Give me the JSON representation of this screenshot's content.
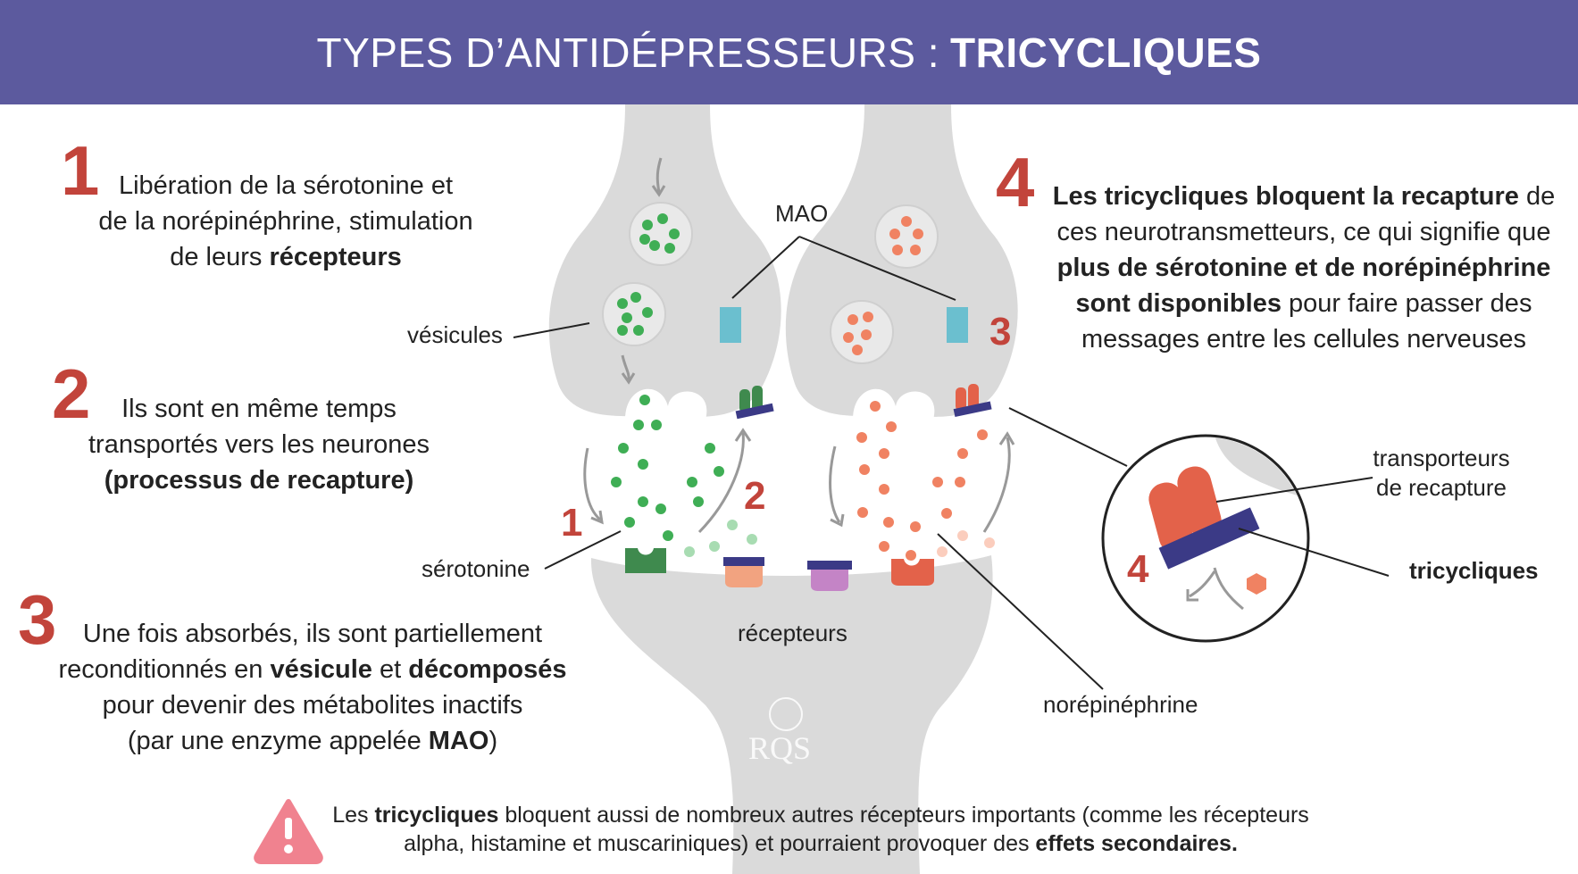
{
  "header": {
    "title_prefix": "TYPES D’ANTIDÉPRESSEURS :",
    "title_bold": "TRICYCLIQUES",
    "background": "#5c5a9e"
  },
  "colors": {
    "accent_red": "#c2443b",
    "neuron_gray": "#d9d9d9",
    "serotonin_green": "#3fae55",
    "norepinephrine_orange": "#f08262",
    "mao_blue": "#6bbfcf",
    "tricyclic_navy": "#3b3a86",
    "warning_pink": "#f0828f"
  },
  "steps": [
    {
      "number": "1",
      "text_a": "Libération de la sérotonine et",
      "text_b": "de la norépinéphrine, stimulation",
      "text_c": "de leurs ",
      "text_c_bold": "récepteurs"
    },
    {
      "number": "2",
      "text_a": "Ils sont en même temps",
      "text_b": "transportés vers les neurones",
      "text_c_bold": "(processus de recapture)"
    },
    {
      "number": "3",
      "text_a": "Une fois absorbés, ils sont partiellement",
      "text_b": "reconditionnés en ",
      "text_b_bold1": "vésicule",
      "text_b_mid": " et ",
      "text_b_bold2": "décomposés",
      "text_c": "pour devenir des métabolites inactifs",
      "text_d": "(par une enzyme appelée ",
      "text_d_bold": "MAO",
      "text_d_end": ")"
    },
    {
      "number": "4",
      "text_a_bold": "Les tricycliques bloquent la recapture",
      "text_a": " de",
      "text_b": "ces neurotransmetteurs, ce qui signifie que",
      "text_c_bold": "plus de sérotonine et de norépinéphrine",
      "text_d_bold": "sont disponibles",
      "text_d": " pour faire passer des",
      "text_e": "messages entre les cellules nerveuses"
    }
  ],
  "labels": {
    "vesicles": "vésicules",
    "mao": "MAO",
    "serotonin": "sérotonine",
    "receptors": "récepteurs",
    "norepinephrine": "norépinéphrine",
    "transporters_a": "transporteurs",
    "transporters_b": "de recapture",
    "tricyclics": "tricycliques"
  },
  "diagram_numbers": [
    "1",
    "2",
    "3",
    "4"
  ],
  "warning": {
    "icon": "warning-triangle-icon",
    "text_a": "Les ",
    "text_a_bold": "tricycliques",
    "text_a_end": " bloquent aussi de nombreux autres récepteurs importants (comme les récepteurs",
    "text_b": "alpha, histamine et muscariniques) et pourraient provoquer des ",
    "text_b_bold": "effets secondaires."
  },
  "logo_text": "RQS"
}
